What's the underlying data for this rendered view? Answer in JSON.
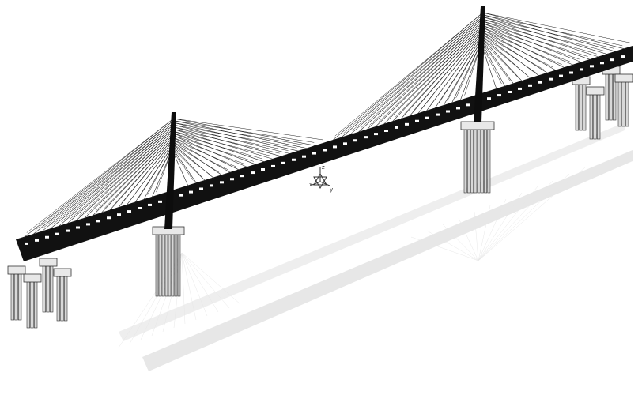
{
  "model": {
    "colors": {
      "deck": "#111111",
      "pylon": "#0d0d0d",
      "pier": "#d8d8d8",
      "pier_stroke": "#333333",
      "cable": "#222222",
      "reflection": "#e6e6e6"
    },
    "axis_triad": {
      "x_label": "x",
      "y_label": "y",
      "z_label": "z"
    }
  }
}
